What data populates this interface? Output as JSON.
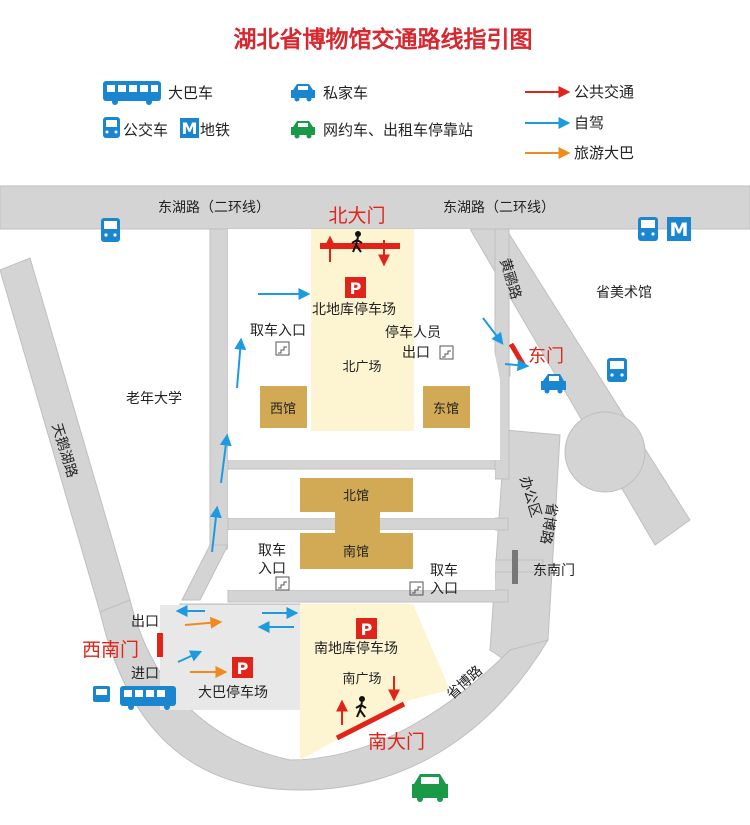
{
  "title": "湖北省博物馆交通路线指引图",
  "legend": {
    "bus": "大巴车",
    "private_car": "私家车",
    "public_transit": "公共交通",
    "city_bus": "公交车",
    "metro_letter": "M",
    "metro": "地铁",
    "taxi": "网约车、出租车停靠站",
    "self_drive": "自驾",
    "tour_bus": "旅游大巴"
  },
  "roads": {
    "north_left": "东湖路（二环线）",
    "north_right": "东湖路（二环线）",
    "west": "天鹅湖路",
    "east_upper": "黄鹂路",
    "east_lower": "省博路",
    "south": "省博路"
  },
  "gates": {
    "north": "北大门",
    "east": "东门",
    "west_south": "西南门",
    "south": "南大门",
    "east_south": "东南门"
  },
  "buildings": {
    "west_hall": "西馆",
    "east_hall": "东馆",
    "north_hall": "北馆",
    "south_hall": "南馆"
  },
  "places": {
    "north_parking": "北地库停车场",
    "pickup_entrance_nw": "取车入口",
    "staff_exit_line1": "停车人员",
    "staff_exit_line2": "出口",
    "north_plaza": "北广场",
    "art_museum": "省美术馆",
    "senior_univ": "老年大学",
    "office_area": "办公区",
    "pickup_sw_line1": "取车",
    "pickup_sw_line2": "入口",
    "pickup_se_line1": "取车",
    "pickup_se_line2": "入口",
    "exit": "出口",
    "entrance": "进口",
    "south_parking": "南地库停车场",
    "bus_parking": "大巴停车场",
    "south_plaza": "南广场",
    "parking_letter": "P"
  },
  "colors": {
    "title": "#d8282f",
    "road": "#d4d4d4",
    "road_edge": "#bfbfbf",
    "museum_area": "#fdf5d2",
    "hall": "#d2a955",
    "public_transit": "#e2231a",
    "self_drive": "#1e9be0",
    "tour_bus": "#f08a1c",
    "parking": "#e2231a",
    "bus_blue": "#1a86d0",
    "taxi_green": "#1a9a47"
  }
}
